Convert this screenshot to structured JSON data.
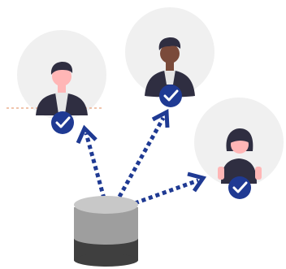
{
  "colors": {
    "background": "#ffffff",
    "avatar_circle": "#f0f0f0",
    "accent_blue": "#1f3a93",
    "check_white": "#ffffff",
    "suit_dark": "#2f2e41",
    "hair_dark": "#2f2e41",
    "skin_light": "#ffb6b6",
    "skin_dark": "#7a4a3a",
    "shirt_light": "#e6e6e6",
    "dashed_line": "#e8a07a",
    "db_top": "#c8c8c8",
    "db_middle": "#9e9e9e",
    "db_bottom": "#3f3f3f"
  },
  "icons": {
    "users": [
      "user-left-avatar",
      "user-top-avatar",
      "user-right-avatar"
    ],
    "badge": "checkmark-icon",
    "source": "database-icon",
    "connector": "dotted-arrow"
  }
}
